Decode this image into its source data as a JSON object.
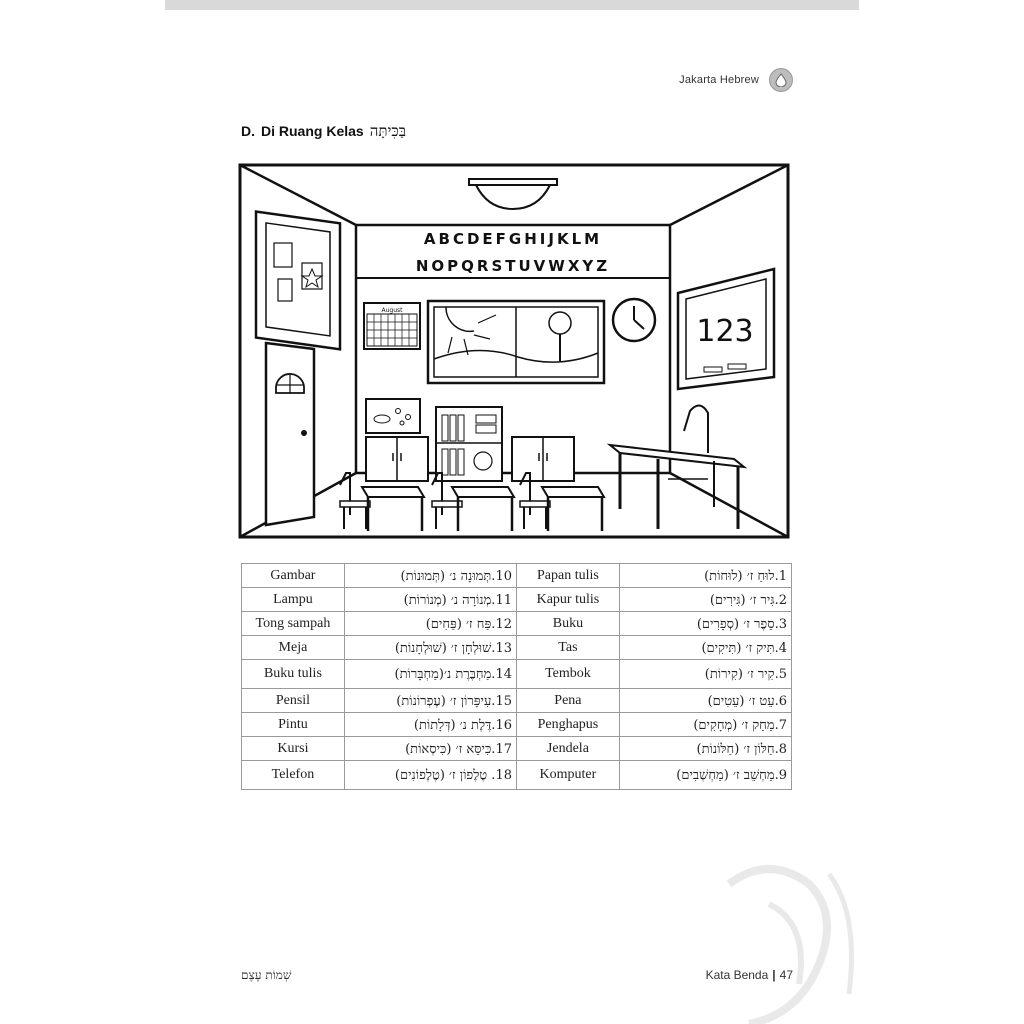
{
  "header": {
    "title": "Jakarta Hebrew",
    "logo": "drop-logo-icon"
  },
  "section": {
    "letter": "D.",
    "title": "Di Ruang Kelas",
    "hebrew": "בַּכִּיתָּה"
  },
  "illustration": {
    "alphabet_row1": "ABCDEFGHIJKLM",
    "alphabet_row2": "NOPQRSTUVWXYZ",
    "calendar_month": "August",
    "board_numbers": "123"
  },
  "vocab": [
    {
      "he_right": "1.לוּחַ ז׳ (לוּחוֹת)",
      "id_right": "Papan tulis",
      "he_left": "10.תְּמוּנָה נ׳ (תְּמוּנוֹת)",
      "id_left": "Gambar"
    },
    {
      "he_right": "2.גִּיר ז׳ (גִּירִים)",
      "id_right": "Kapur tulis",
      "he_left": "11.מְנוֹרָה נ׳ (מְנוֹרוֹת)",
      "id_left": "Lampu"
    },
    {
      "he_right": "3.סֵפֶר ז׳ (סְפָרִים)",
      "id_right": "Buku",
      "he_left": "12.פַּח ז׳ (פַּחִים)",
      "id_left": "Tong sampah"
    },
    {
      "he_right": "4.תִּיק ז׳ (תִּיקִים)",
      "id_right": "Tas",
      "he_left": "13.שׁוּלְחָן ז׳ (שׁוּלְחָנוֹת)",
      "id_left": "Meja"
    },
    {
      "he_right": "5.קִיר ז׳ (קִירוֹת)",
      "id_right": "Tembok",
      "he_left": "14.מַחְבֶּרֶת נ׳(מַחְבָּרוֹת)",
      "id_left": "Buku tulis"
    },
    {
      "he_right": "6.עֵט ז׳ (עֵטִים)",
      "id_right": "Pena",
      "he_left": "15.עִיפָּרוֹן ז׳ (עֶפְרוֹנוֹת)",
      "id_left": "Pensil"
    },
    {
      "he_right": "7.מַחַק ז׳ (מְחָקִים)",
      "id_right": "Penghapus",
      "he_left": "16.דֶּלֶת נ׳ (דְּלָתוֹת)",
      "id_left": "Pintu"
    },
    {
      "he_right": "8.חַלּוֹן ז׳ (חַלּוֹנוֹת)",
      "id_right": "Jendela",
      "he_left": "17.כִּיסֵּא ז׳ (כִּיסְאוֹת)",
      "id_left": "Kursi"
    },
    {
      "he_right": "9.מַחְשֵׁב ז׳ (מַחְשְׁבִים)",
      "id_right": "Komputer",
      "he_left": "18. טֶלֶפוֹן ז׳ (טֶלֶפוֹנִים)",
      "id_left": "Telefon"
    }
  ],
  "footer": {
    "left": "שְׁמוֹת עֶצֶם",
    "right_label": "Kata Benda",
    "separator": "|",
    "page_number": "47"
  }
}
